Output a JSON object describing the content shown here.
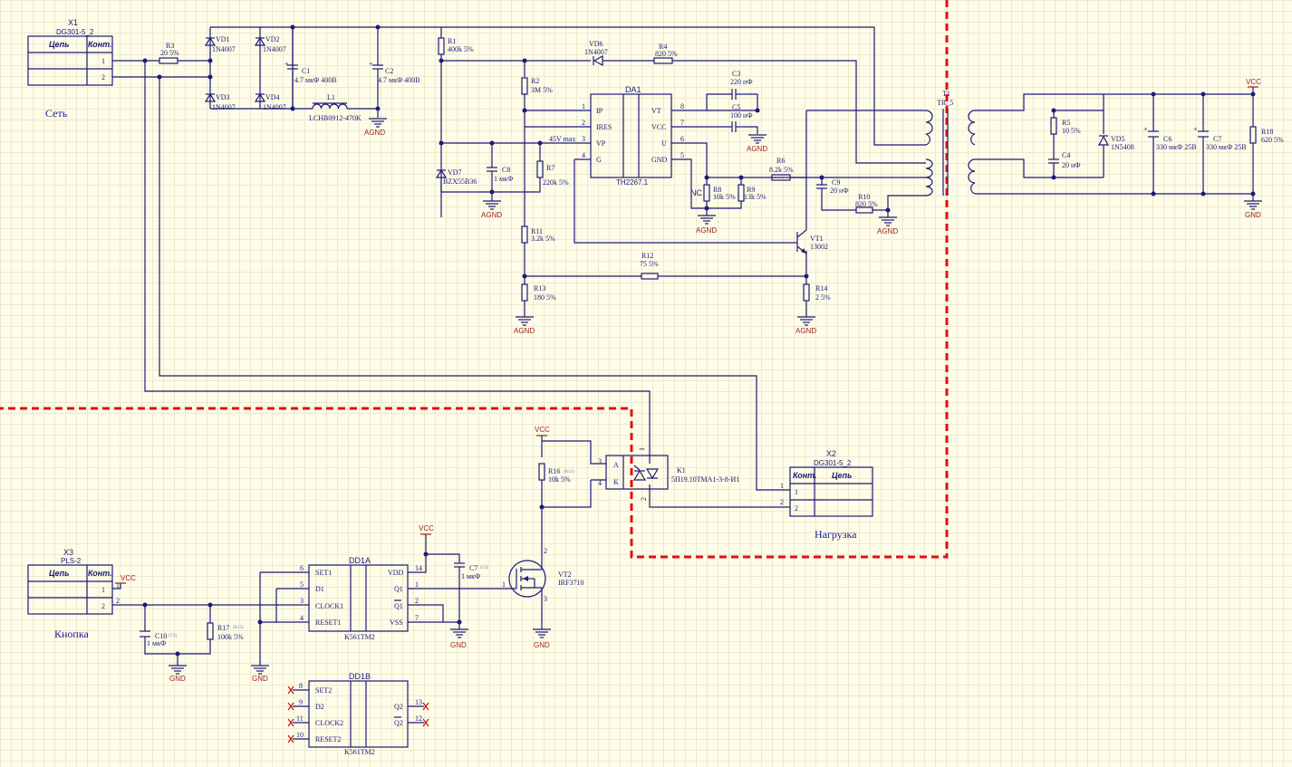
{
  "regions": {
    "net_label": "Сеть",
    "load_label": "Нагрузка",
    "button_label": "Кнопка"
  },
  "connectors": {
    "x1": {
      "ref": "X1",
      "type": "DG301-5_2",
      "hdr_net": "Цепь",
      "hdr_contact": "Конт.",
      "pins": [
        "1",
        "2"
      ]
    },
    "x2": {
      "ref": "X2",
      "type": "DG301-5_2",
      "hdr_net": "Цепь",
      "hdr_contact": "Конт.",
      "pins": [
        "1",
        "2"
      ]
    },
    "x3": {
      "ref": "X3",
      "type": "PLS-2",
      "hdr_net": "Цепь",
      "hdr_contact": "Конт.",
      "pins": [
        "1",
        "2"
      ]
    }
  },
  "parts": {
    "r3": {
      "ref": "R3",
      "val": "20 5%"
    },
    "vd1": {
      "ref": "VD1",
      "val": "1N4007"
    },
    "vd2": {
      "ref": "VD2",
      "val": "1N4007"
    },
    "vd3": {
      "ref": "VD3",
      "val": "1N4007"
    },
    "vd4": {
      "ref": "VD4",
      "val": "1N4007"
    },
    "c1": {
      "ref": "C1",
      "val": "4.7 мкФ 400В"
    },
    "c2": {
      "ref": "C2",
      "val": "4.7 мкФ 400В"
    },
    "l1": {
      "ref": "L1",
      "val": "LCHB0912-470K"
    },
    "r1": {
      "ref": "R1",
      "val": "400k 5%"
    },
    "vd6": {
      "ref": "VD6",
      "val": "1N4007"
    },
    "r4": {
      "ref": "R4",
      "val": "820 5%"
    },
    "r2": {
      "ref": "R2",
      "val": "3M 5%"
    },
    "da1": {
      "ref": "DA1",
      "val": "TH2267.1",
      "pins_left": [
        "IP",
        "IRES",
        "VP",
        "G"
      ],
      "pins_left_num": [
        "1",
        "2",
        "3",
        "4"
      ],
      "pins_right": [
        "VT",
        "VCC",
        "U",
        "GND"
      ],
      "pins_right_num": [
        "8",
        "7",
        "6",
        "5"
      ],
      "note": "45V max"
    },
    "c3": {
      "ref": "C3",
      "val": "220 пФ"
    },
    "c5": {
      "ref": "C5",
      "val": "100 нФ"
    },
    "t1": {
      "ref": "T1",
      "val": "TR_5"
    },
    "r5": {
      "ref": "R5",
      "val": "10 5%"
    },
    "vd5": {
      "ref": "VD5",
      "val": "1N5408"
    },
    "c4": {
      "ref": "C4",
      "val": "20 нФ"
    },
    "c6": {
      "ref": "C6",
      "val": "330 мкФ 25В"
    },
    "c7b": {
      "ref": "C7",
      "val": "330 мкФ 25В"
    },
    "r18": {
      "ref": "R18",
      "val": "620 5%"
    },
    "vd7": {
      "ref": "VD7",
      "val": "BZX55B36"
    },
    "c8": {
      "ref": "C8",
      "val": "1 мкФ"
    },
    "r7": {
      "ref": "R7",
      "val": "220k 5%"
    },
    "r8": {
      "ref": "R8",
      "val": "10k 5%"
    },
    "r9": {
      "ref": "R9",
      "val": "13k 5%"
    },
    "r6": {
      "ref": "R6",
      "val": "8.2k 5%"
    },
    "c9": {
      "ref": "C9",
      "val": "20 нФ"
    },
    "r10": {
      "ref": "R10",
      "val": "820 5%"
    },
    "r11": {
      "ref": "R11",
      "val": "3.2k 5%"
    },
    "vt1": {
      "ref": "VT1",
      "val": "13002"
    },
    "r12": {
      "ref": "R12",
      "val": "75 5%"
    },
    "r13": {
      "ref": "R13",
      "val": "180 5%"
    },
    "r14": {
      "ref": "R14",
      "val": "2 5%"
    },
    "r16": {
      "ref": "R16",
      "val": "10k 5%",
      "aux": "(R13)"
    },
    "k1": {
      "ref": "K1",
      "val": "5П19.10ТМА1-3-8-И1",
      "pin_a": "A",
      "pin_k": "K"
    },
    "dd1a": {
      "ref": "DD1A",
      "val": "K561TM2",
      "pins_left": [
        "SET1",
        "D1",
        "CLOCK1",
        "RESET1"
      ],
      "pins_left_num": [
        "6",
        "5",
        "3",
        "4"
      ],
      "pins_right": [
        "VDD",
        "Q1",
        "Q1",
        "VSS"
      ],
      "pins_right_num": [
        "14",
        "1",
        "2",
        "7"
      ]
    },
    "c7": {
      "ref": "C7",
      "val": "1 мкФ",
      "aux": "(C8)"
    },
    "vt2": {
      "ref": "VT2",
      "val": "IRF3710"
    },
    "c10": {
      "ref": "C10",
      "val": "1 мкФ",
      "aux": "(C9)"
    },
    "r17": {
      "ref": "R17",
      "val": "100k 5%",
      "aux": "(R15)"
    },
    "dd1b": {
      "ref": "DD1B",
      "val": "K561TM2",
      "pins_left": [
        "SET2",
        "D2",
        "CLOCK2",
        "RESET2"
      ],
      "pins_left_num": [
        "8",
        "9",
        "11",
        "10"
      ],
      "pins_right": [
        "Q2",
        "Q2"
      ],
      "pins_right_num": [
        "13",
        "12"
      ]
    }
  },
  "power": {
    "agnd": "AGND",
    "gnd": "GND",
    "vcc": "VCC"
  },
  "markers": {
    "nc": "NC"
  }
}
